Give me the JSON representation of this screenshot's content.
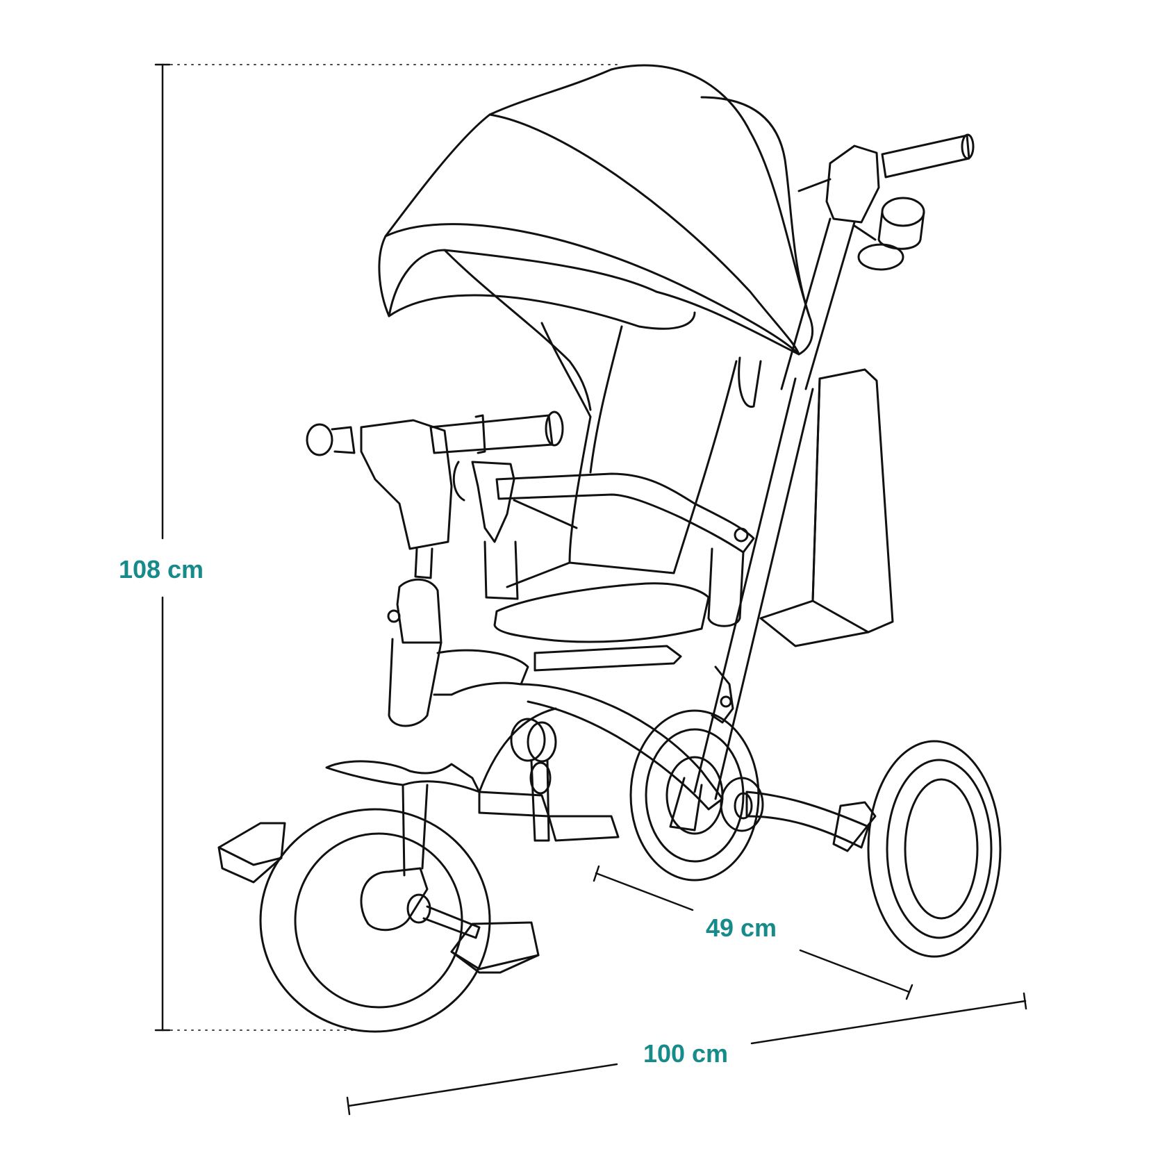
{
  "dimensions": {
    "height_label": "108 cm",
    "length_label": "100 cm",
    "width_label": "49 cm",
    "accent_color": "#178a8a"
  },
  "product": {
    "icon": "tricycle-with-canopy-line-drawing"
  }
}
